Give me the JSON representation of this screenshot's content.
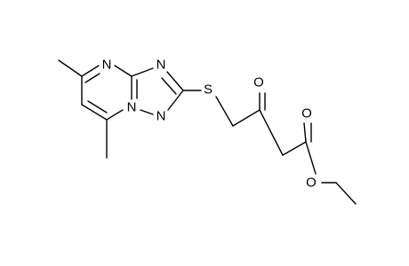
{
  "atom_labels": {
    "n_ring_top": "N",
    "n_triazole_upper": "N",
    "n_bridge": "N",
    "n_triazole_lower": "N",
    "s_thioether": "S",
    "o_ketone": "O",
    "o_ester_carbonyl": "O",
    "o_ester_ether": "O"
  },
  "colors": {
    "bond": "#000000",
    "label": "#000000",
    "background": "#ffffff"
  }
}
